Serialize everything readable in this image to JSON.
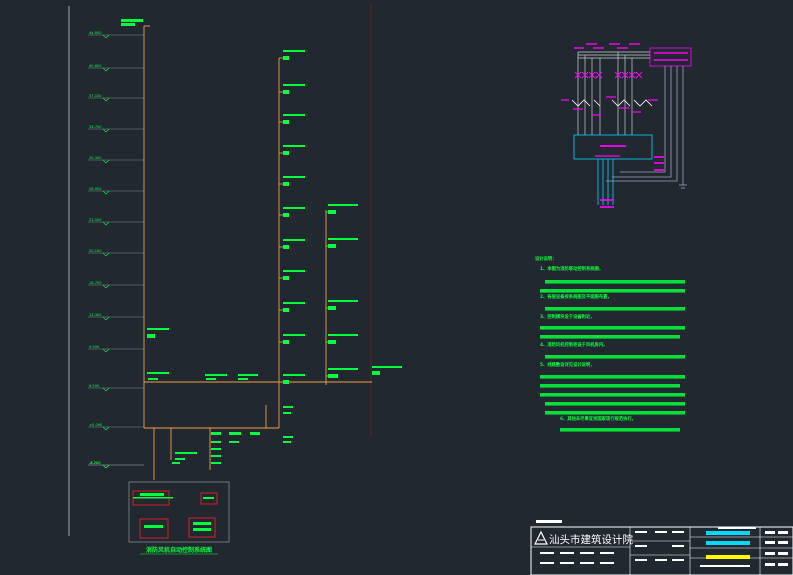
{
  "drawing": {
    "floor_levels": [
      "44.800",
      "40.600",
      "37.100",
      "33.700",
      "30.300",
      "26.900",
      "23.500",
      "20.100",
      "16.700",
      "13.300",
      "9.900",
      "6.500",
      "±0.000",
      "-4.200",
      "-8.700"
    ],
    "system_title": "消防风机自动控制系统图",
    "notes_lines": [
      "设计说明：",
      "1、本图为消防联动控制系统图，",
      "2、各层设备按系统图及平面图布置，",
      "3、控制模块设于设备附近，",
      "4、消防风机控制柜设于风机房内，",
      "5、线路敷设详见设计说明，",
      "6、其他未尽事宜按国家现行规范执行。"
    ]
  },
  "title_block": {
    "company": "汕头市建筑设计院"
  },
  "colors": {
    "background": "#212830",
    "wiring": "#f0a040",
    "labels": "#00ff3c",
    "schematic": "#ff00ff",
    "schematic_wires": "#00d8ff",
    "frame": "#ffffff",
    "highlight": "#ffff00"
  }
}
